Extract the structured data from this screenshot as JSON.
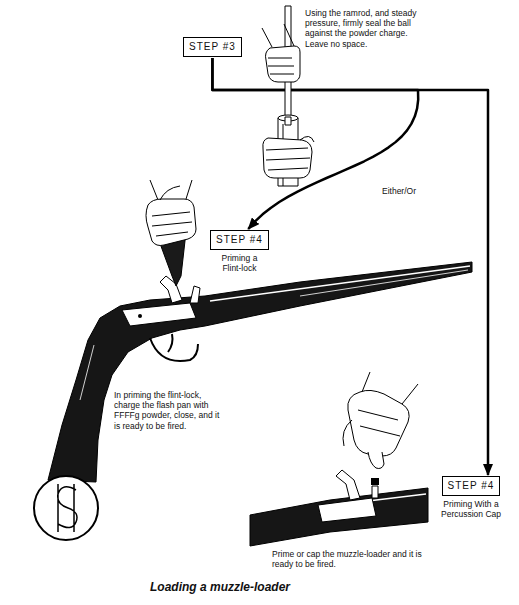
{
  "diagram": {
    "caption": "Loading a muzzle-loader",
    "nodes": [
      {
        "text": [
          "STEP #3"
        ]
      },
      {
        "text": [
          "STEP #4",
          "Priming a Flint-lock"
        ]
      },
      {
        "text": [
          "STEP #4",
          "Priming With a Percussion Cap"
        ]
      }
    ],
    "edges": [
      {
        "from": 0,
        "to": 1,
        "arrow": "to"
      },
      {
        "from": 0,
        "to": 2,
        "arrow": "to"
      }
    ],
    "labels": [
      "Using the ramrod, and steady pressure, firmly seal the ball against the powder charge. Leave no space.",
      "Either/Or",
      "In priming the flint-lock, charge the flash pan with FFFFg powder, close, and it is ready to be fired.",
      "Prime or cap the muzzle-loader and it is ready to be fired."
    ]
  }
}
